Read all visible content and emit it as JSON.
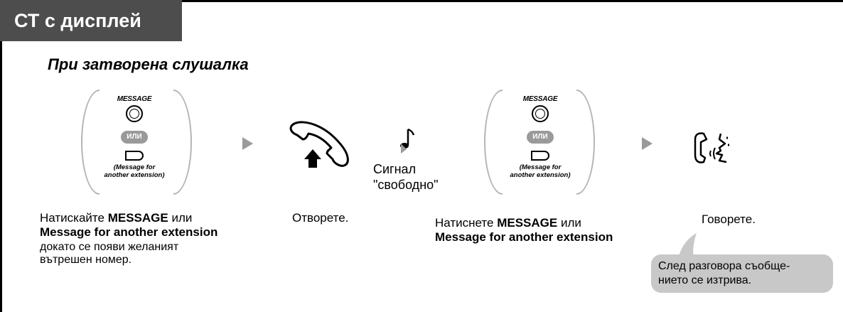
{
  "header": {
    "tab_label": "СТ с дисплей"
  },
  "section": {
    "subtitle": "При затворена слушалка"
  },
  "key_group": {
    "message_label": "MESSAGE",
    "or_label": "ИЛИ",
    "caption_line1": "(Message for",
    "caption_line2": "another extension)"
  },
  "steps": {
    "step1": {
      "line1_bold": "MESSAGE",
      "line1_prefix": "Натискайте ",
      "line1_suffix": " или",
      "line2_bold": "Message for another extension",
      "line3": "докато се появи желаният",
      "line4": "вътрешен номер."
    },
    "step2": {
      "text": "Отворете."
    },
    "tone": {
      "line1": "Сигнал",
      "line2": "\"свободно\""
    },
    "step3": {
      "line1_prefix": "Натиснете ",
      "line1_bold": "MESSAGE",
      "line1_suffix": " или",
      "line2_bold": "Message for another extension"
    },
    "step4": {
      "text": "Говорете."
    }
  },
  "note": {
    "line1": "След разговора съобще-",
    "line2": "нието се изтрива."
  },
  "icons": [
    "off-hook-icon",
    "tone-note-icon",
    "talk-icon",
    "arrow-right-icon"
  ]
}
